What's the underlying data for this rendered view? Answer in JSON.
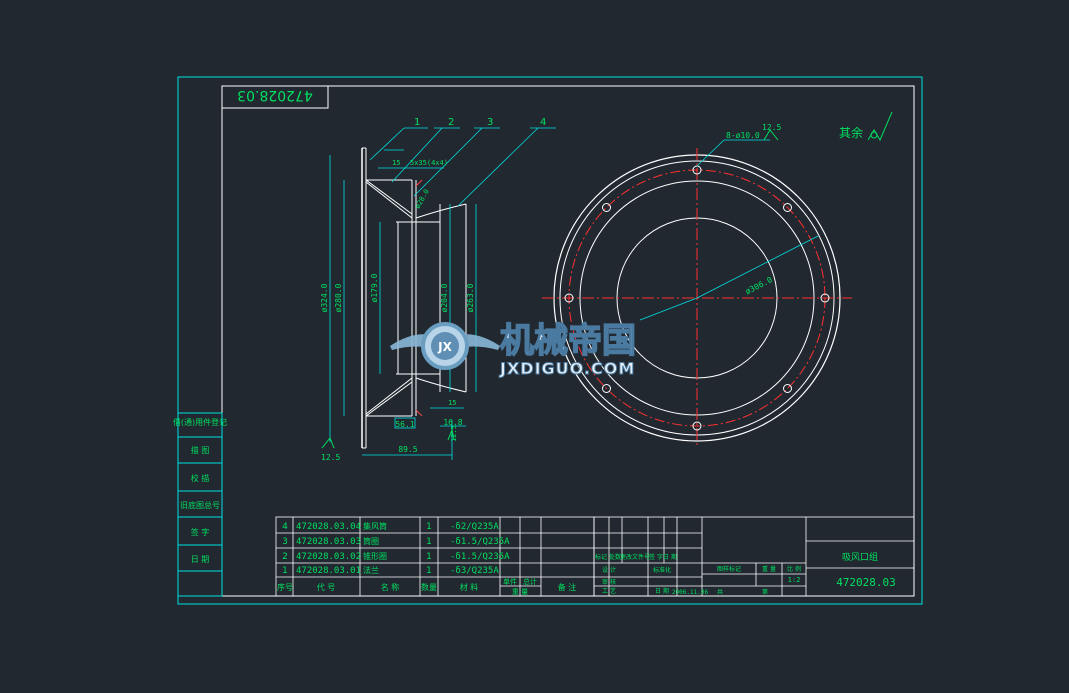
{
  "drawing": {
    "title_mark": "472028.03",
    "drawing_no": "472028.03",
    "part_name": "吸风口组",
    "scale": "1:2",
    "date": "2006.11.06"
  },
  "side_labels": [
    "借(通)用件登记",
    "描 图",
    "校 描",
    "旧底图总号",
    "签 字",
    "日 期"
  ],
  "balloons": [
    "1",
    "2",
    "3",
    "4"
  ],
  "dims": {
    "d324": "ø324.0",
    "d280": "ø280.0",
    "d179": "ø179.0",
    "d204": "ø204.0",
    "d263": "ø263.0",
    "d28": "ø28.0",
    "d306": "ø306.0",
    "holes": "8-ø10.0",
    "w56": "56.1",
    "w16": "16.8",
    "w89": "89.5",
    "r125a": "12.5",
    "r125b": "12.5",
    "r125c": "12.5",
    "weld1": "15",
    "weld2": "5x35(4x4)",
    "weld3": "15",
    "rest": "其余"
  },
  "bom": {
    "rows": [
      {
        "no": "4",
        "code": "472028.03.04",
        "name": "集风筒",
        "qty": "1",
        "mat": "-δ2/Q235A"
      },
      {
        "no": "3",
        "code": "472028.03.03",
        "name": "筒圈",
        "qty": "1",
        "mat": "-δ1.5/Q235A"
      },
      {
        "no": "2",
        "code": "472028.03.02",
        "name": "锥形圈",
        "qty": "1",
        "mat": "-δ1.5/Q235A"
      },
      {
        "no": "1",
        "code": "472028.03.01",
        "name": "法兰",
        "qty": "1",
        "mat": "-δ3/Q235A"
      }
    ],
    "headers": {
      "no": "序号",
      "code": "代 号",
      "name": "名 称",
      "qty": "数量",
      "mat": "材 料",
      "single": "单件",
      "total": "总计",
      "weight": "重 量",
      "remark": "备 注"
    }
  },
  "title_block": {
    "c1": "标记",
    "c2": "处数",
    "c3": "更改文件号",
    "c4": "签 字",
    "c5": "日 期",
    "design": "设 计",
    "std": "标准化",
    "review": "审 核",
    "craft": "工 艺",
    "approve": "日 期",
    "stage": "图样标记",
    "weight": "重 量",
    "scale_label": "比 例",
    "sheets": "共",
    "sheet": "第"
  },
  "watermark": {
    "cn": "机械帝国",
    "en": "JXDIGUO.COM",
    "logo": "JX"
  }
}
